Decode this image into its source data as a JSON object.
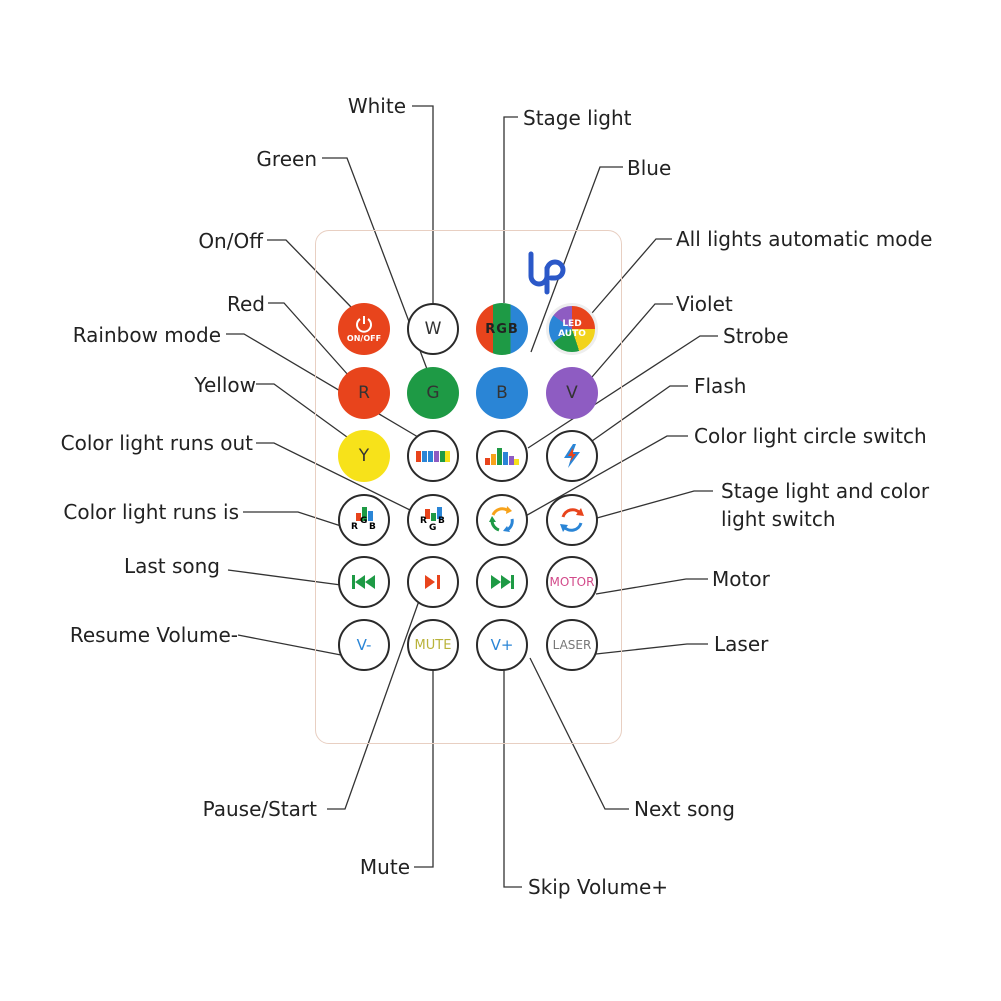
{
  "labels": {
    "white": "White",
    "stage_light": "Stage light",
    "green": "Green",
    "blue": "Blue",
    "on_off": "On/Off",
    "all_auto": "All lights automatic mode",
    "red": "Red",
    "violet": "Violet",
    "rainbow": "Rainbow mode",
    "strobe": "Strobe",
    "yellow": "Yellow",
    "flash": "Flash",
    "runs_out": "Color light runs out",
    "circle_switch": "Color light circle switch",
    "runs_is": "Color light runs is",
    "stage_color_switch_1": "Stage light and color",
    "stage_color_switch_2": "light switch",
    "last_song": "Last song",
    "motor": "Motor",
    "resume_volume": "Resume Volume-",
    "laser": "Laser",
    "pause_start": "Pause/Start",
    "next_song": "Next song",
    "mute": "Mute",
    "skip_volume": "Skip Volume+"
  },
  "buttons": {
    "onoff_sub": "ON/OFF",
    "w": "W",
    "rgb_r": "R",
    "rgb_g": "G",
    "rgb_b": "B",
    "auto_1": "LED",
    "auto_2": "AUTO",
    "r": "R",
    "g": "G",
    "b": "B",
    "v": "V",
    "y": "Y",
    "rgb_small_r": "R",
    "rgb_small_g": "G",
    "rgb_small_b": "B",
    "motor": "MOTOR",
    "v_minus": "V-",
    "mute": "MUTE",
    "v_plus": "V+",
    "laser": "LASER"
  },
  "colors": {
    "red": "#e8441c",
    "green": "#1e9a45",
    "blue": "#2a85d6",
    "violet": "#8e5cc2",
    "yellow": "#f7e21a",
    "logo": "#2b58c8"
  }
}
